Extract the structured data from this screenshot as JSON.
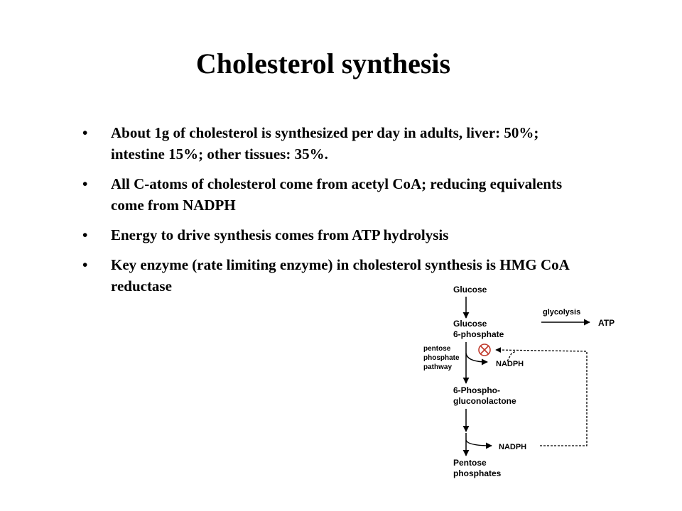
{
  "slide": {
    "title": "Cholesterol synthesis",
    "bullet_symbol": "•",
    "bullets": [
      "About 1g of cholesterol is synthesized per day in adults, liver: 50%; intestine 15%; other tissues: 35%.",
      "All C-atoms of cholesterol come from acetyl CoA; reducing equivalents come from NADPH",
      "Energy to drive synthesis comes from ATP hydrolysis",
      "Key enzyme (rate limiting enzyme) in cholesterol synthesis is HMG CoA reductase"
    ]
  },
  "diagram": {
    "glucose": "Glucose",
    "g6p_line1": "Glucose",
    "g6p_line2": "6-phosphate",
    "glycolysis": "glycolysis",
    "atp": "ATP",
    "ppp_line1": "pentose",
    "ppp_line2": "phosphate",
    "ppp_line3": "pathway",
    "nadph_1": "NADPH",
    "pgl_line1": "6-Phospho-",
    "pgl_line2": "gluconolactone",
    "nadph_2": "NADPH",
    "pentose_line1": "Pentose",
    "pentose_line2": "phosphates",
    "inhibition_color": "#c0392b"
  }
}
